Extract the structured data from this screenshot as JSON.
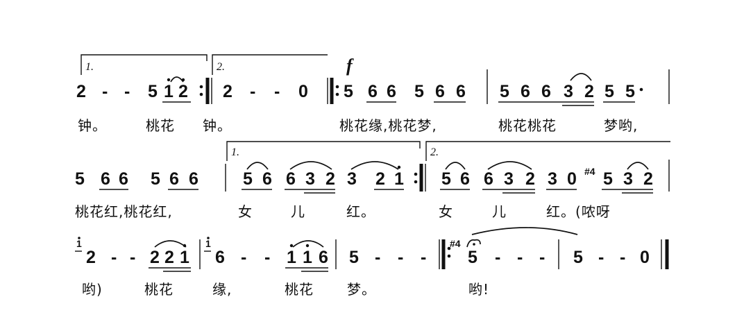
{
  "volta": {
    "first": "1.",
    "second": "2."
  },
  "dynamic": "f",
  "line1": {
    "notes": [
      "2",
      "-",
      "-",
      "5",
      "1",
      "2",
      "2",
      "-",
      "-",
      "0",
      "5",
      "6",
      "6",
      "5",
      "6",
      "6",
      "5",
      "6",
      "6",
      "3",
      "2",
      "5",
      "5"
    ],
    "lyrics": [
      "钟。",
      "桃花",
      "钟。",
      "桃花缘,桃花梦,",
      "桃花桃花",
      "梦哟,"
    ]
  },
  "line2": {
    "notes": [
      "5",
      "6",
      "6",
      "5",
      "6",
      "6",
      "5",
      "6",
      "6",
      "3",
      "2",
      "3",
      "2",
      "1",
      "5",
      "6",
      "6",
      "3",
      "2",
      "3",
      "0",
      "5",
      "3",
      "2"
    ],
    "lyrics": [
      "桃花红,桃花红,",
      "女",
      "儿",
      "红。",
      "女",
      "儿",
      "红。(哝呀"
    ],
    "grace": "#4"
  },
  "line3": {
    "notes": [
      "2",
      "-",
      "-",
      "2",
      "2",
      "1",
      "6",
      "-",
      "-",
      "1",
      "1",
      "6",
      "5",
      "-",
      "-",
      "-",
      "5",
      "-",
      "-",
      "-",
      "5",
      "-",
      "-",
      "0"
    ],
    "lyrics": [
      "哟)",
      "桃花",
      "缘,",
      "桃花",
      "梦。",
      "哟!"
    ],
    "grace_top": [
      "1",
      "1"
    ],
    "grace_mid": [
      "2",
      "6"
    ],
    "grace_sharp": "#4"
  }
}
